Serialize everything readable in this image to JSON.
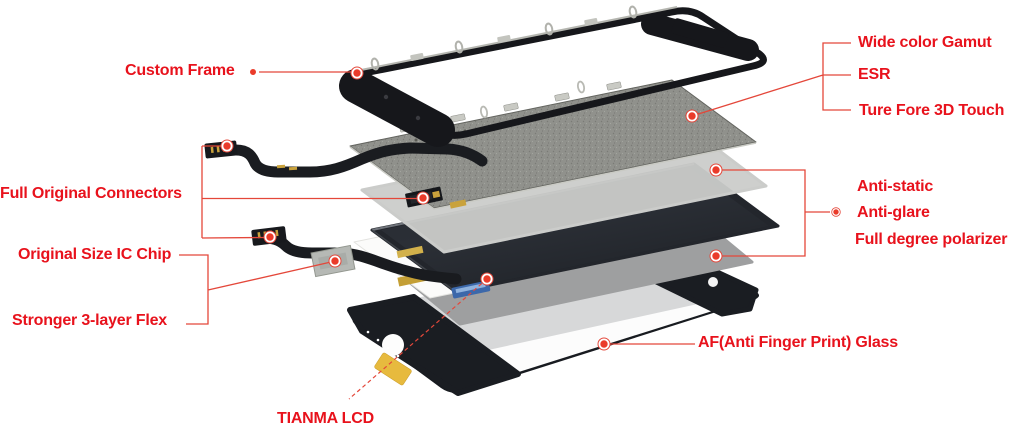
{
  "diagram": {
    "labels": {
      "custom_frame": "Custom Frame",
      "wide_color_gamut": "Wide color Gamut",
      "esr": "ESR",
      "ture_fore_3d_touch": "Ture Fore 3D Touch",
      "full_original_connectors": "Full Original Connectors",
      "original_size_ic_chip": "Original Size IC Chip",
      "stronger_3_layer_flex": "Stronger 3-layer Flex",
      "anti_static": "Anti-static",
      "anti_glare": "Anti-glare",
      "full_degree_polarizer": "Full degree polarizer",
      "af_glass": "AF(Anti Finger Print) Glass",
      "tianma_lcd": "TIANMA LCD"
    },
    "colors": {
      "label_text": "#e8121c",
      "leader_line": "#e4473a",
      "marker_dot": "#ea3b2a",
      "background": "#ffffff",
      "frame_black": "#16171b",
      "backplate_gray": "#8e8f8a",
      "anti_static_gray": "#cbccca",
      "lcd_dark": "#23262c",
      "polarizer_gray": "#9e9fa0",
      "glass_bezel": "#181b20",
      "gold_flex": "#c9a23c"
    }
  }
}
